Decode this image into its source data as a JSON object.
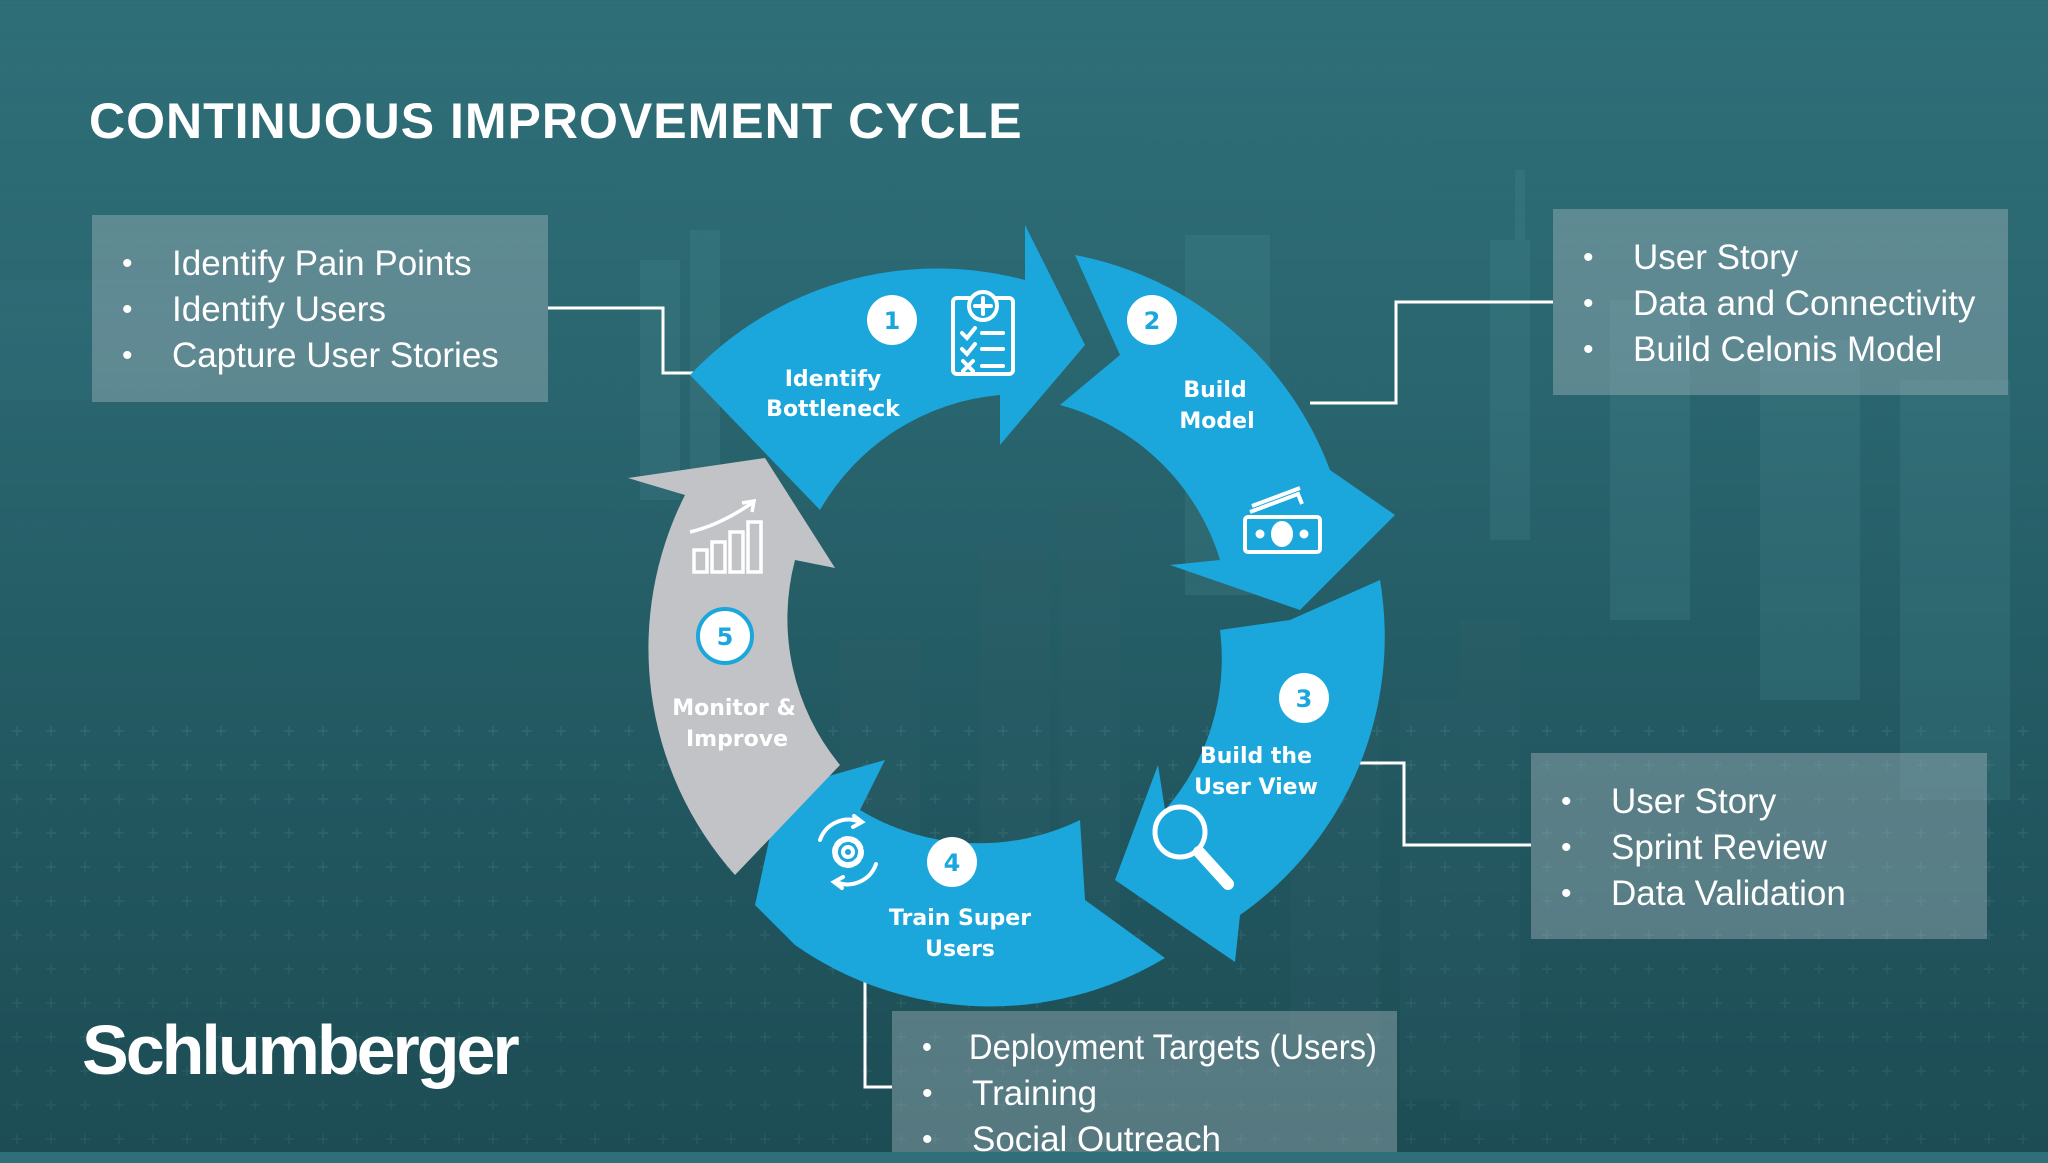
{
  "title": "CONTINUOUS IMPROVEMENT CYCLE",
  "logo": "Schlumberger",
  "colors": {
    "accent": "#1ba7dc",
    "step5": "#c2c3c6",
    "box": "#a8b8be"
  },
  "steps": [
    {
      "number": "1",
      "label_line1": "Identify",
      "label_line2": "Bottleneck",
      "icon": "clipboard-checklist-icon"
    },
    {
      "number": "2",
      "label_line1": "Build",
      "label_line2": "Model",
      "icon": "money-icon"
    },
    {
      "number": "3",
      "label_line1": "Build the",
      "label_line2": "User View",
      "icon": "magnifier-icon"
    },
    {
      "number": "4",
      "label_line1": "Train Super",
      "label_line2": "Users",
      "icon": "gear-cycle-icon"
    },
    {
      "number": "5",
      "label_line1": "Monitor &",
      "label_line2": "Improve",
      "icon": "growth-chart-icon"
    }
  ],
  "boxes": {
    "step1": [
      "Identify Pain Points",
      "Identify Users",
      "Capture User Stories"
    ],
    "step2": [
      "User Story",
      "Data and Connectivity",
      "Build Celonis Model"
    ],
    "step3": [
      "User Story",
      "Sprint Review",
      "Data Validation"
    ],
    "step4": [
      "Deployment Targets (Users)",
      "Training",
      "Social Outreach"
    ]
  }
}
